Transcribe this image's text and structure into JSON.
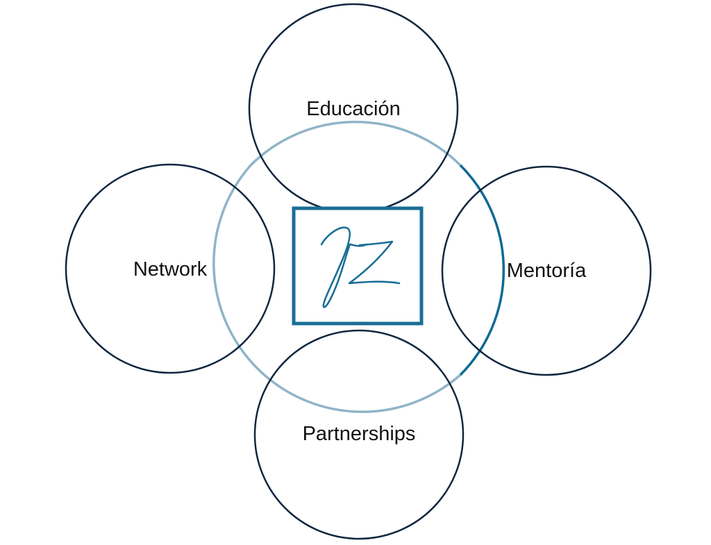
{
  "diagram": {
    "labels": {
      "top": "Educación",
      "left": "Network",
      "right": "Mentoría",
      "bottom": "Partnerships"
    },
    "logo": {
      "icon": "jz-signature-logo",
      "text": "JZ"
    },
    "colors": {
      "outer_circles": "#10263f",
      "center_ring_light": "#8fb4c8",
      "center_ring_dark": "#0e6a93",
      "logo": "#1a6e96",
      "background": "#ffffff"
    }
  }
}
